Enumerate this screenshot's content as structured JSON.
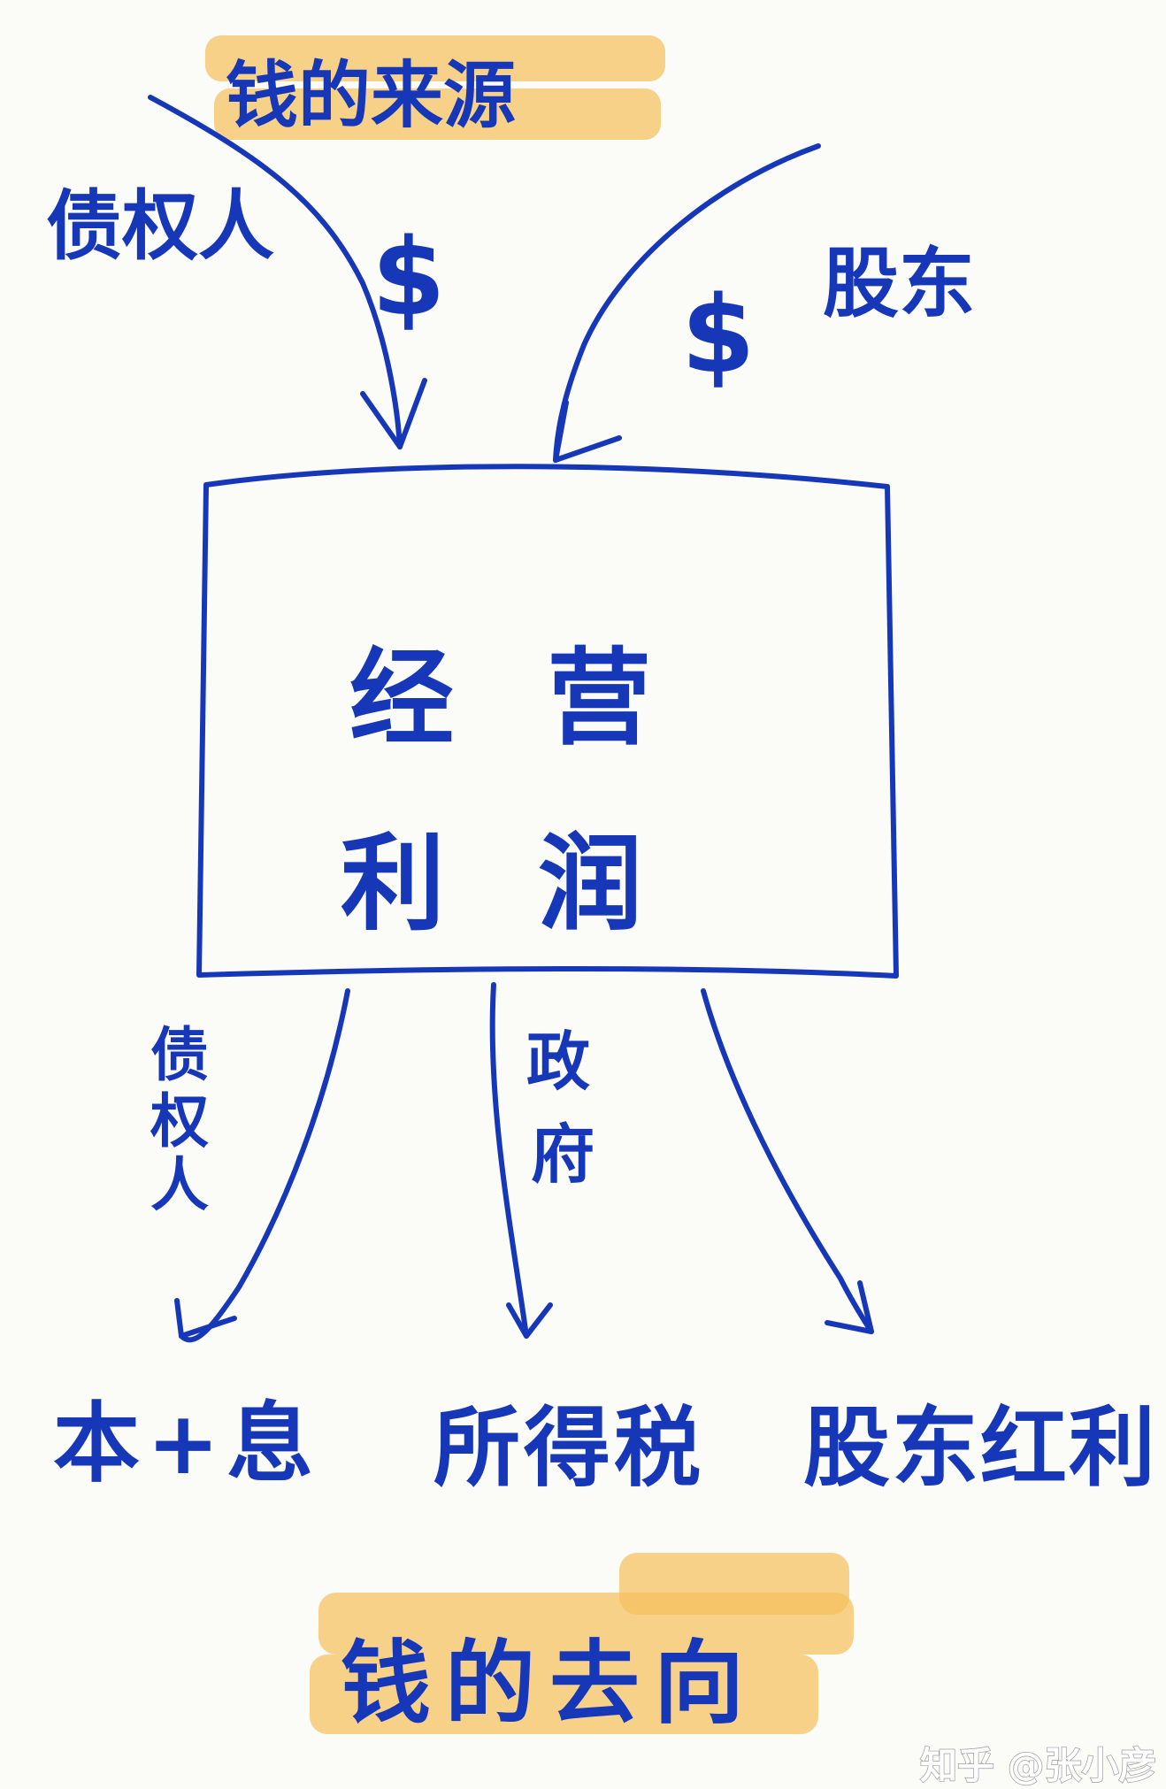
{
  "title_top": "钱的来源",
  "left_source": "债权人",
  "right_source": "股东",
  "dollar_left": "$",
  "dollar_right": "$",
  "center": {
    "line1": "经 营",
    "line2": "利 润"
  },
  "middle_labels": {
    "left_vertical": [
      "债",
      "权",
      "人"
    ],
    "middle_vertical": [
      "政",
      "府"
    ]
  },
  "outputs": {
    "left": "本+息",
    "middle": "所得税",
    "right": "股东红利"
  },
  "title_bottom": "钱的去向",
  "watermark": "知乎 @张小彦",
  "colors": {
    "ink": "#1638b8",
    "highlight": "#f6c15d",
    "paper": "#fbfbf8"
  }
}
